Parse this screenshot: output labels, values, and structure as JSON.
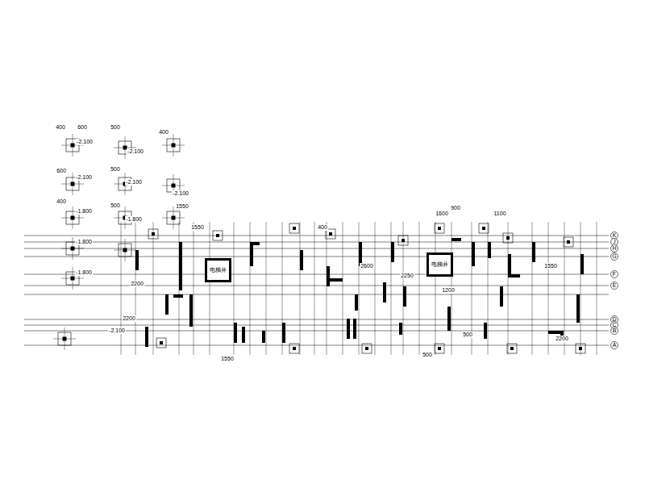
{
  "diagram": {
    "nodes": [
      {
        "text": [
          "电梯井"
        ]
      },
      {
        "text": [
          "电梯井"
        ]
      }
    ],
    "labels": [
      "400",
      "600",
      "-2.100",
      "500",
      "-2.100",
      "400",
      "600",
      "-2.100",
      "500",
      "-2.100",
      "-2.100",
      "400",
      "-1.800",
      "500",
      "-1.800",
      "1550",
      "-1.800",
      "-1.800",
      "-2.100",
      "2200",
      "1550",
      "400",
      "2600",
      "2250",
      "1600",
      "2200",
      "1550",
      "500",
      "2200",
      "500",
      "1100",
      "900",
      "1200",
      "1550",
      "K",
      "J",
      "H",
      "G",
      "F",
      "E",
      "D",
      "C",
      "B",
      "A"
    ]
  }
}
